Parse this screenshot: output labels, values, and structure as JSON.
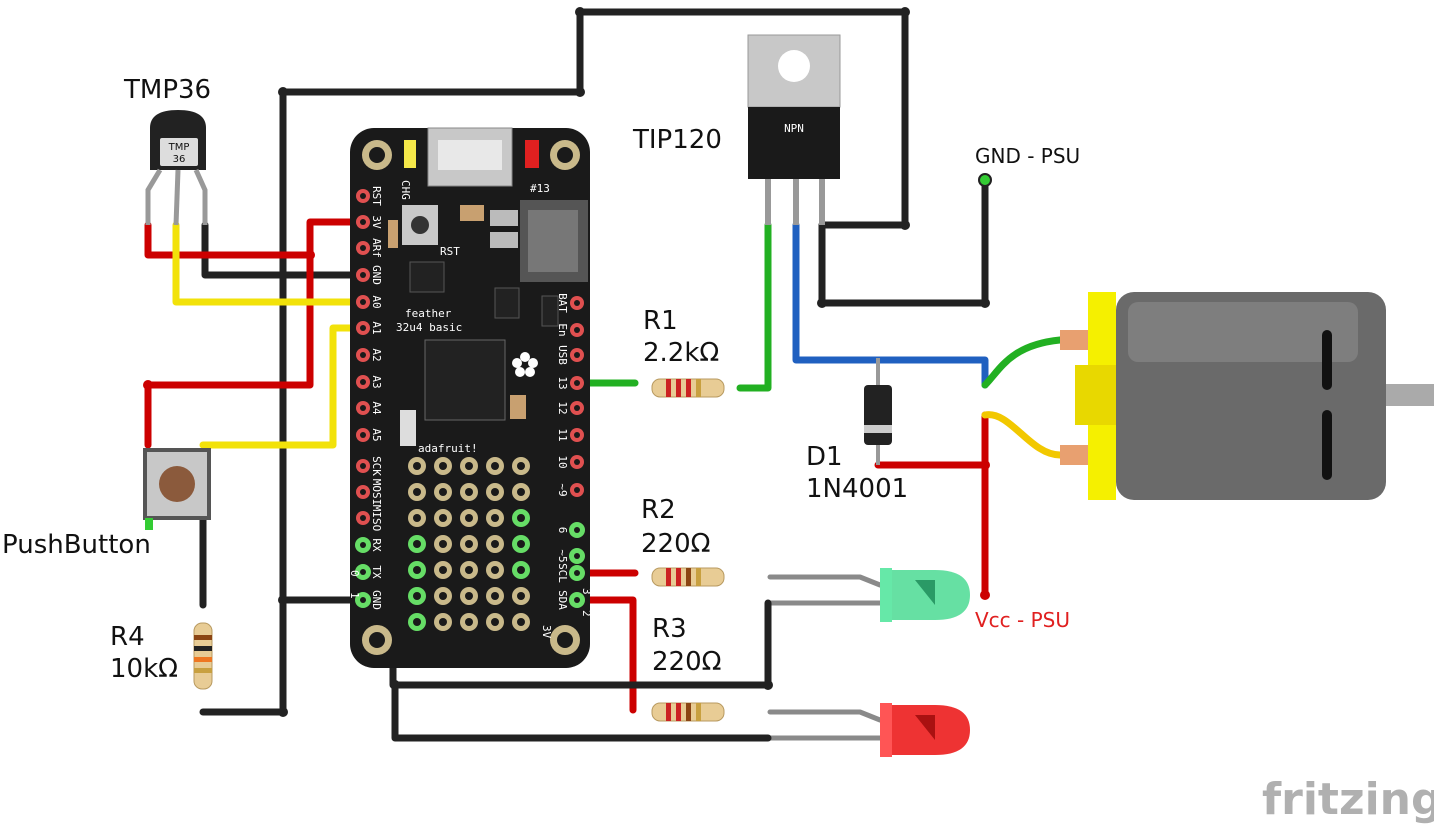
{
  "labels": {
    "tmp36": "TMP36",
    "tmp36_chip": "TMP",
    "tmp36_chip2": "36",
    "tip120": "TIP120",
    "npn": "NPN",
    "gnd_psu": "GND - PSU",
    "vcc_psu": "Vcc - PSU",
    "r1_name": "R1",
    "r1_value": "2.2kΩ",
    "r2_name": "R2",
    "r2_value": "220Ω",
    "r3_name": "R3",
    "r3_value": "220Ω",
    "r4_name": "R4",
    "r4_value": "10kΩ",
    "d1_name": "D1",
    "d1_value": "1N4001",
    "pushbutton": "PushButton",
    "watermark": "fritzing"
  },
  "board": {
    "line1": "feather",
    "line2": "32u4 basic",
    "brand": "adafruit!",
    "chg": "CHG",
    "rst": "RST",
    "pin13": "#13",
    "left_pins": [
      "RST",
      "3V",
      "ARf",
      "GND",
      "A0",
      "A1",
      "A2",
      "A3",
      "A4",
      "A5",
      "SCK",
      "MOSI",
      "MISO",
      "RX",
      "TX",
      "GND"
    ],
    "right_pins": [
      "BAT",
      "En",
      "USB",
      "13",
      "12",
      "11",
      "10",
      "~9",
      "6",
      "~5",
      "SCL",
      "SDA"
    ],
    "rx_num": "0",
    "tx_num": "1",
    "scl_num": "3",
    "sda_num": "2",
    "v3": "3V"
  },
  "colors": {
    "red_wire": "#cc0000",
    "black_wire": "#222222",
    "yellow_wire": "#f2e20a",
    "green_wire": "#22b022",
    "blue_wire": "#2060c0",
    "gray_wire": "#8a8a8a",
    "board": "#1a1a1a",
    "motor_cap": "#f5f000",
    "vcc_label": "#e02020"
  }
}
